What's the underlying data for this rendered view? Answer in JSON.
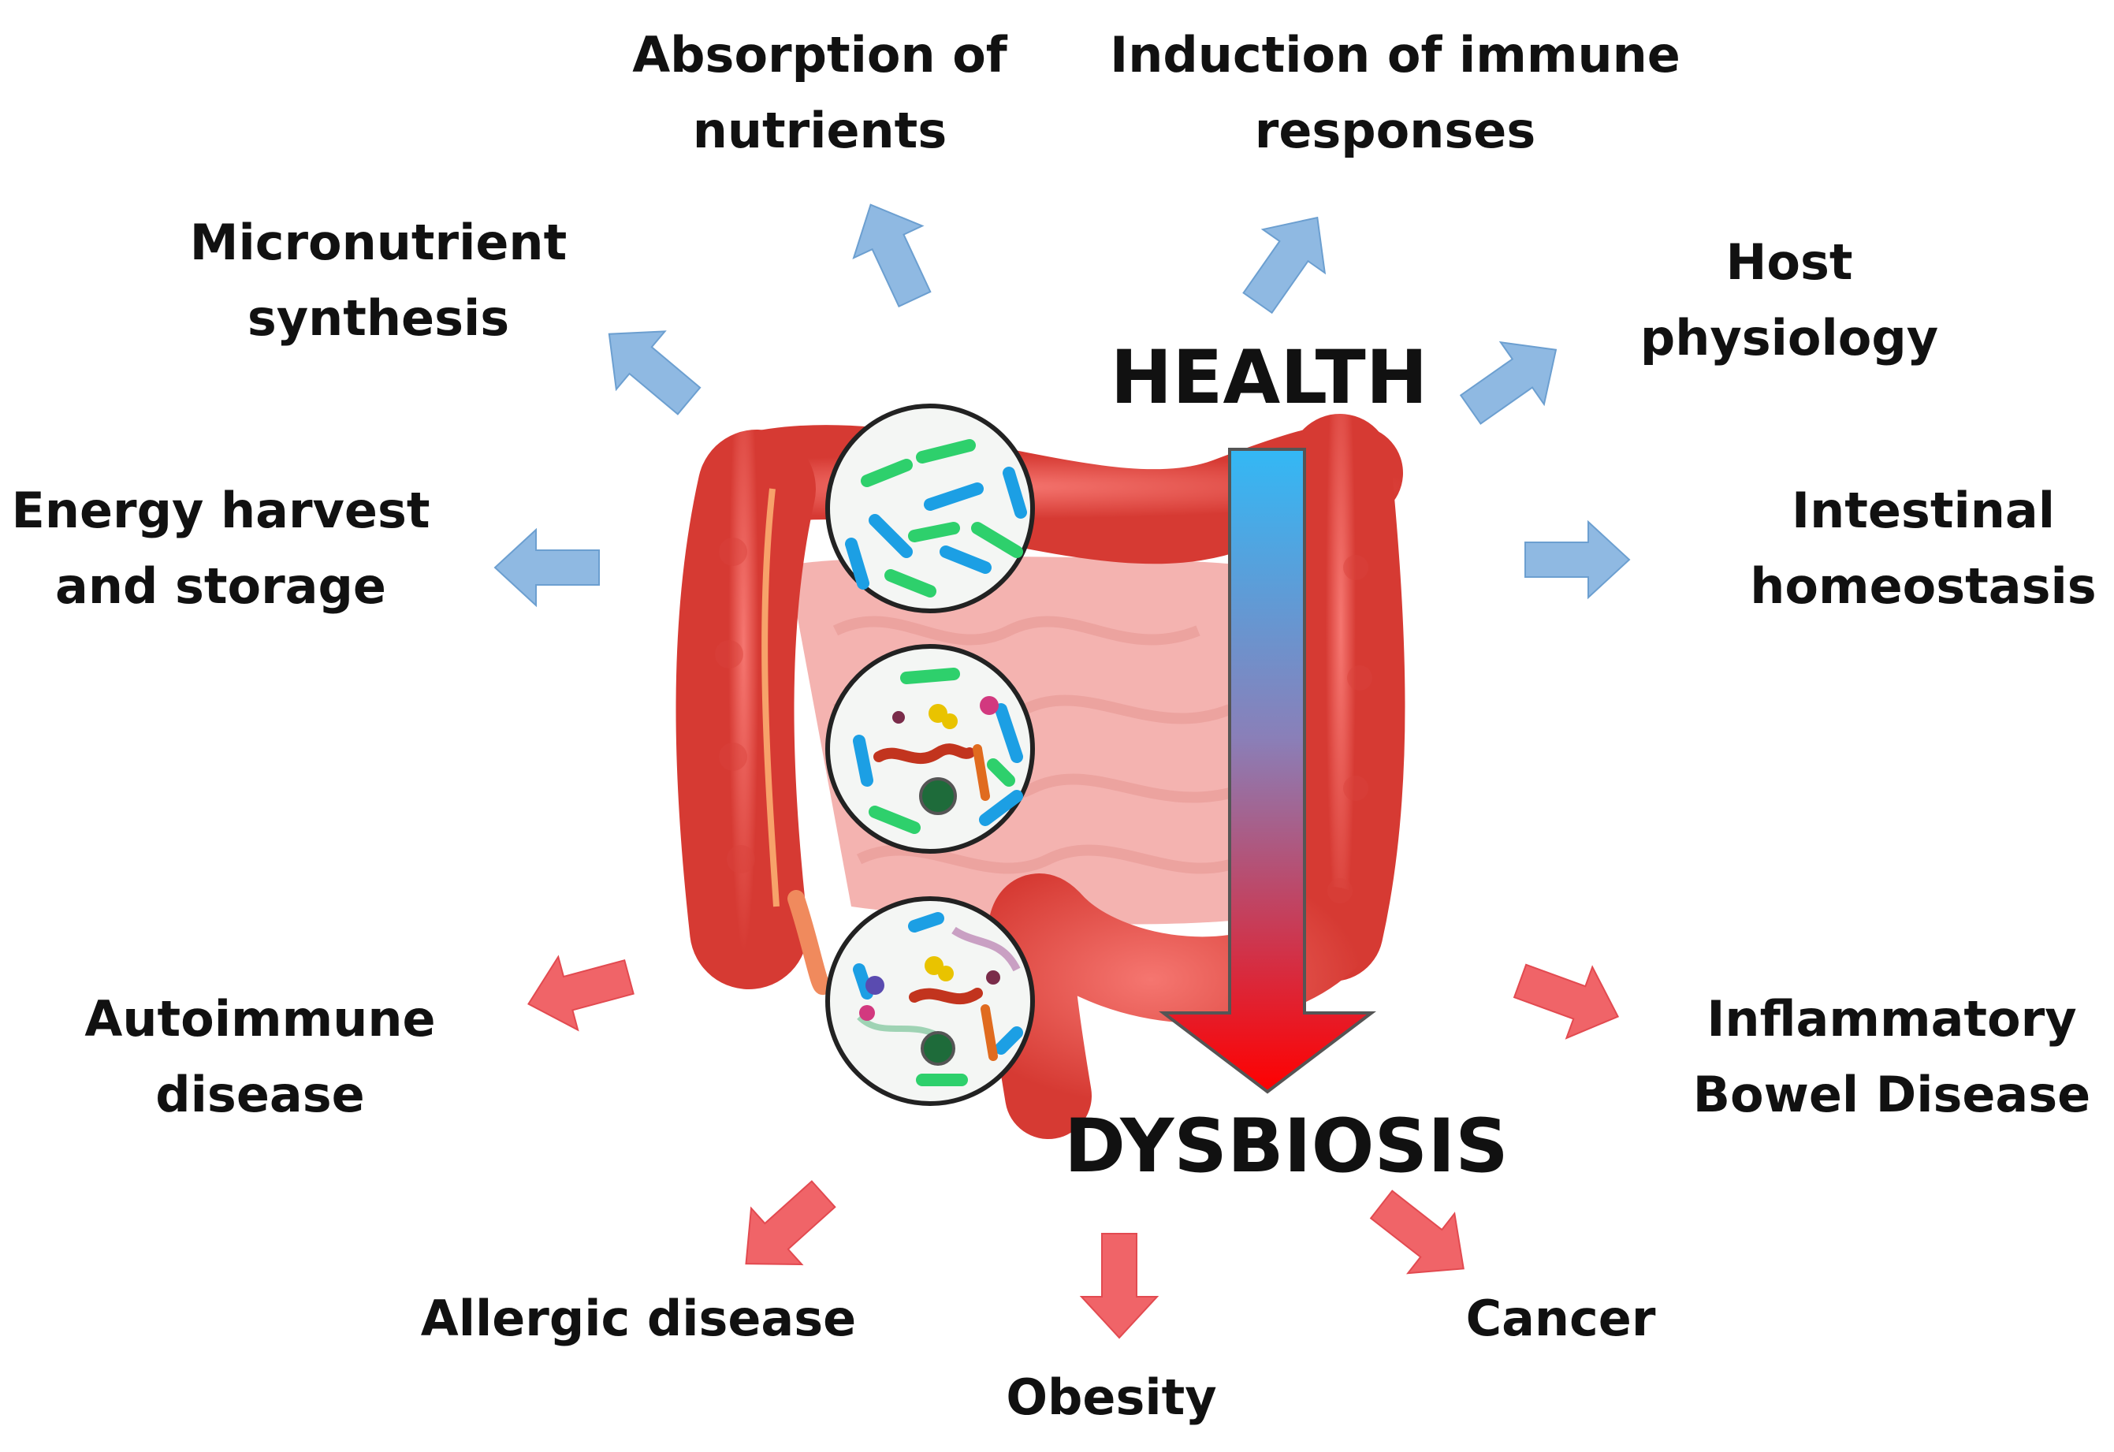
{
  "center": {
    "top_label": "HEALTH",
    "bottom_label": "DYSBIOSIS"
  },
  "health_effects": [
    {
      "id": "absorption",
      "lines": [
        "Absorption of",
        "nutrients"
      ]
    },
    {
      "id": "immune",
      "lines": [
        "Induction of immune",
        "responses"
      ]
    },
    {
      "id": "micronutrient",
      "lines": [
        "Micronutrient",
        "synthesis"
      ]
    },
    {
      "id": "host",
      "lines": [
        "Host",
        "physiology"
      ]
    },
    {
      "id": "energy",
      "lines": [
        "Energy harvest",
        "and storage"
      ]
    },
    {
      "id": "intestinal",
      "lines": [
        "Intestinal",
        "homeostasis"
      ]
    }
  ],
  "dysbiosis_effects": [
    {
      "id": "autoimmune",
      "lines": [
        "Autoimmune",
        "disease"
      ]
    },
    {
      "id": "ibd",
      "lines": [
        "Inflammatory",
        "Bowel Disease"
      ]
    },
    {
      "id": "allergic",
      "lines": [
        "Allergic disease"
      ]
    },
    {
      "id": "obesity",
      "lines": [
        "Obesity"
      ]
    },
    {
      "id": "cancer",
      "lines": [
        "Cancer"
      ]
    }
  ],
  "colors": {
    "health_arrow": "#8fb9e2",
    "dysbiosis_arrow": "#f06468",
    "gradient_top": "#33b8f5",
    "gradient_bottom": "#ff0000",
    "intestine": "#e8463f",
    "intestine_inner": "#f4b3b0"
  },
  "icons": [
    "intestine-illustration",
    "microbiota-circle-healthy",
    "microbiota-circle-mixed",
    "microbiota-circle-dysbiotic"
  ]
}
